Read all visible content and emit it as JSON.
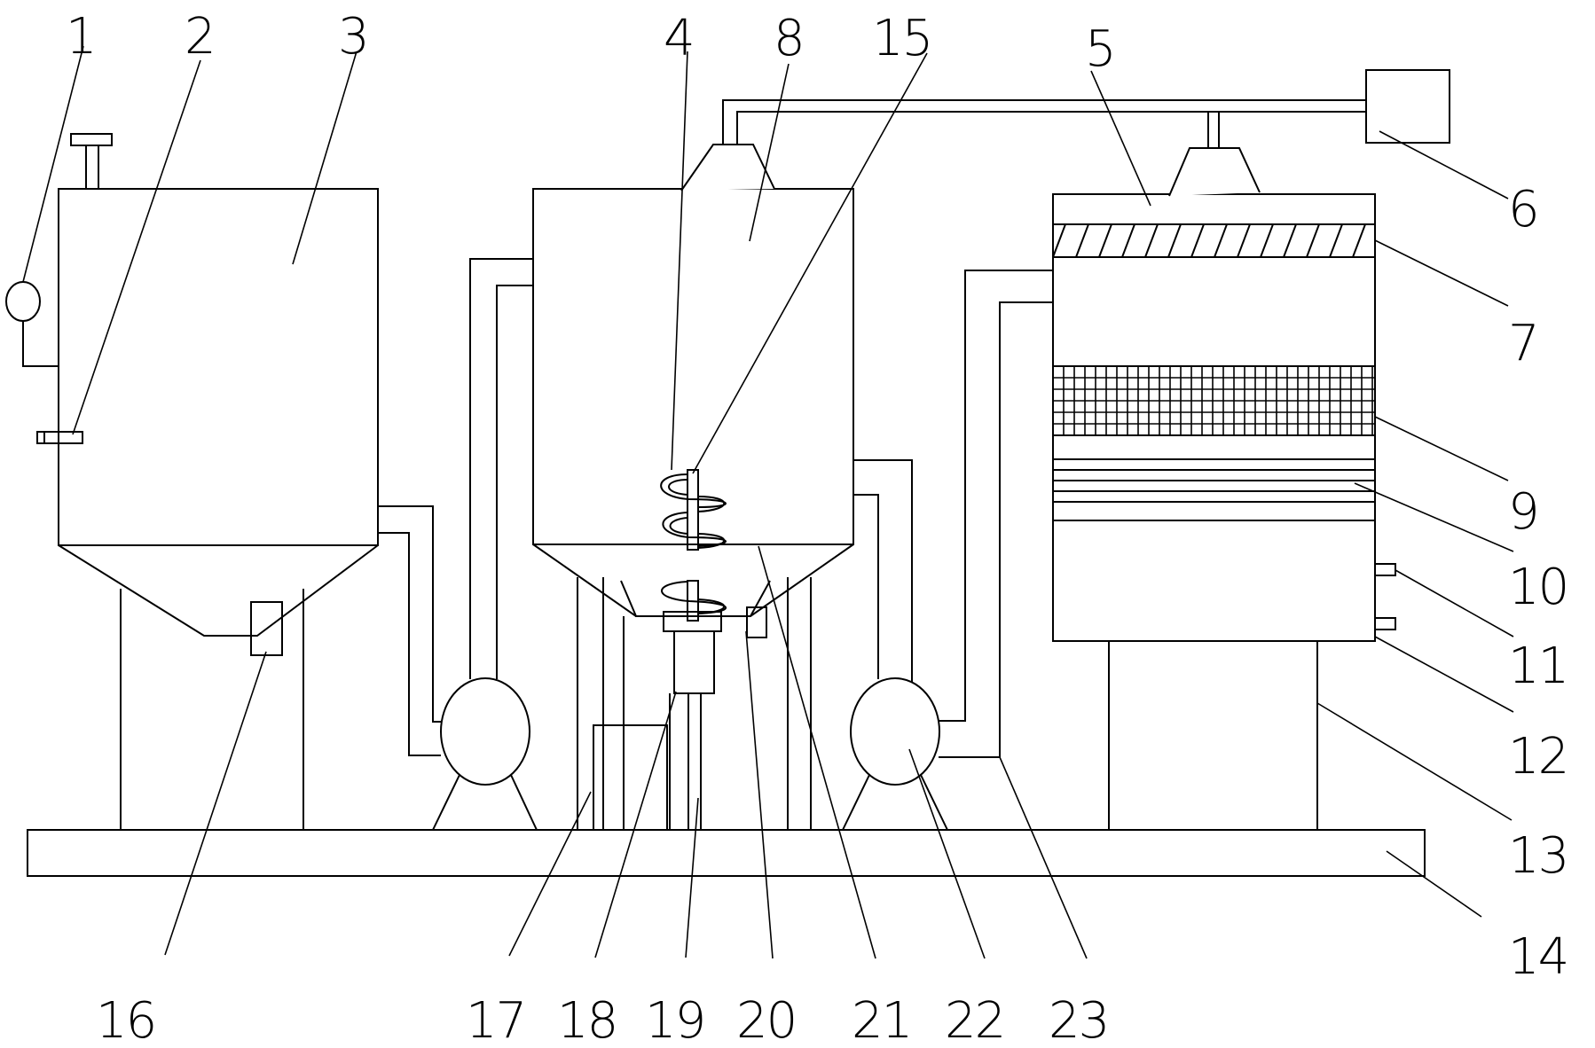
{
  "figure": {
    "labels": [
      {
        "id": "1",
        "text": "1"
      },
      {
        "id": "2",
        "text": "2"
      },
      {
        "id": "3",
        "text": "3"
      },
      {
        "id": "4",
        "text": "4"
      },
      {
        "id": "8",
        "text": "8"
      },
      {
        "id": "15",
        "text": "15"
      },
      {
        "id": "5",
        "text": "5"
      },
      {
        "id": "6",
        "text": "6"
      },
      {
        "id": "7",
        "text": "7"
      },
      {
        "id": "9",
        "text": "9"
      },
      {
        "id": "10",
        "text": "10"
      },
      {
        "id": "11",
        "text": "11"
      },
      {
        "id": "12",
        "text": "12"
      },
      {
        "id": "13",
        "text": "13"
      },
      {
        "id": "14",
        "text": "14"
      },
      {
        "id": "16",
        "text": "16"
      },
      {
        "id": "17",
        "text": "17"
      },
      {
        "id": "18",
        "text": "18"
      },
      {
        "id": "19",
        "text": "19"
      },
      {
        "id": "20",
        "text": "20"
      },
      {
        "id": "21",
        "text": "21"
      },
      {
        "id": "22",
        "text": "22"
      },
      {
        "id": "23",
        "text": "23"
      }
    ]
  }
}
